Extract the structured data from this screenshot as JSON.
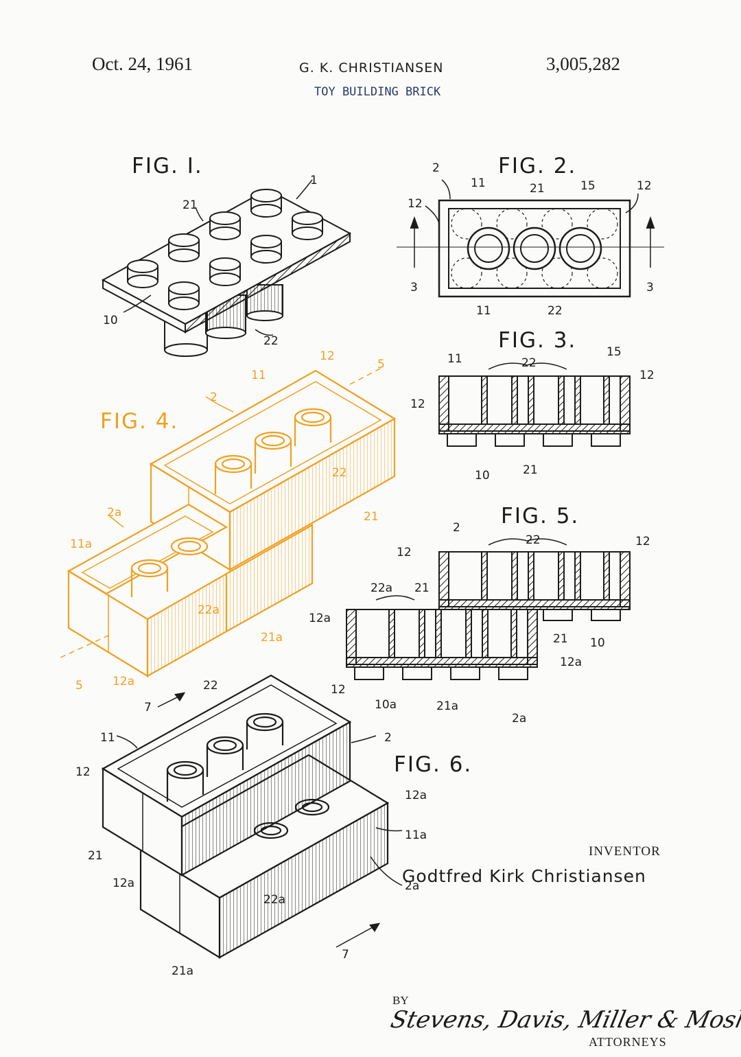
{
  "header": {
    "date": "Oct. 24, 1961",
    "inventor_short": "G. K. CHRISTIANSEN",
    "title": "TOY BUILDING BRICK",
    "patent_number": "3,005,282"
  },
  "figures": {
    "fig1": "FIG. I.",
    "fig2": "FIG. 2.",
    "fig3": "FIG. 3.",
    "fig4": "FIG. 4.",
    "fig5": "FIG. 5.",
    "fig6": "FIG. 6."
  },
  "refs": {
    "r1": "1",
    "r2": "2",
    "r2a": "2a",
    "r3": "3",
    "r5": "5",
    "r7": "7",
    "r10": "10",
    "r10a": "10a",
    "r11": "11",
    "r11a": "11a",
    "r12": "12",
    "r12a": "12a",
    "r15": "15",
    "r21": "21",
    "r21a": "21a",
    "r22": "22",
    "r22a": "22a"
  },
  "footer": {
    "inventor_label": "INVENTOR",
    "inventor_name": "Godtfred Kirk Christiansen",
    "by": "BY",
    "signature": "Stevens, Davis, Miller & Mosher",
    "attorneys": "ATTORNEYS"
  },
  "colors": {
    "ink": "#1c1c1c",
    "highlight": "#f0a020",
    "title_ink": "#2b3a66"
  }
}
